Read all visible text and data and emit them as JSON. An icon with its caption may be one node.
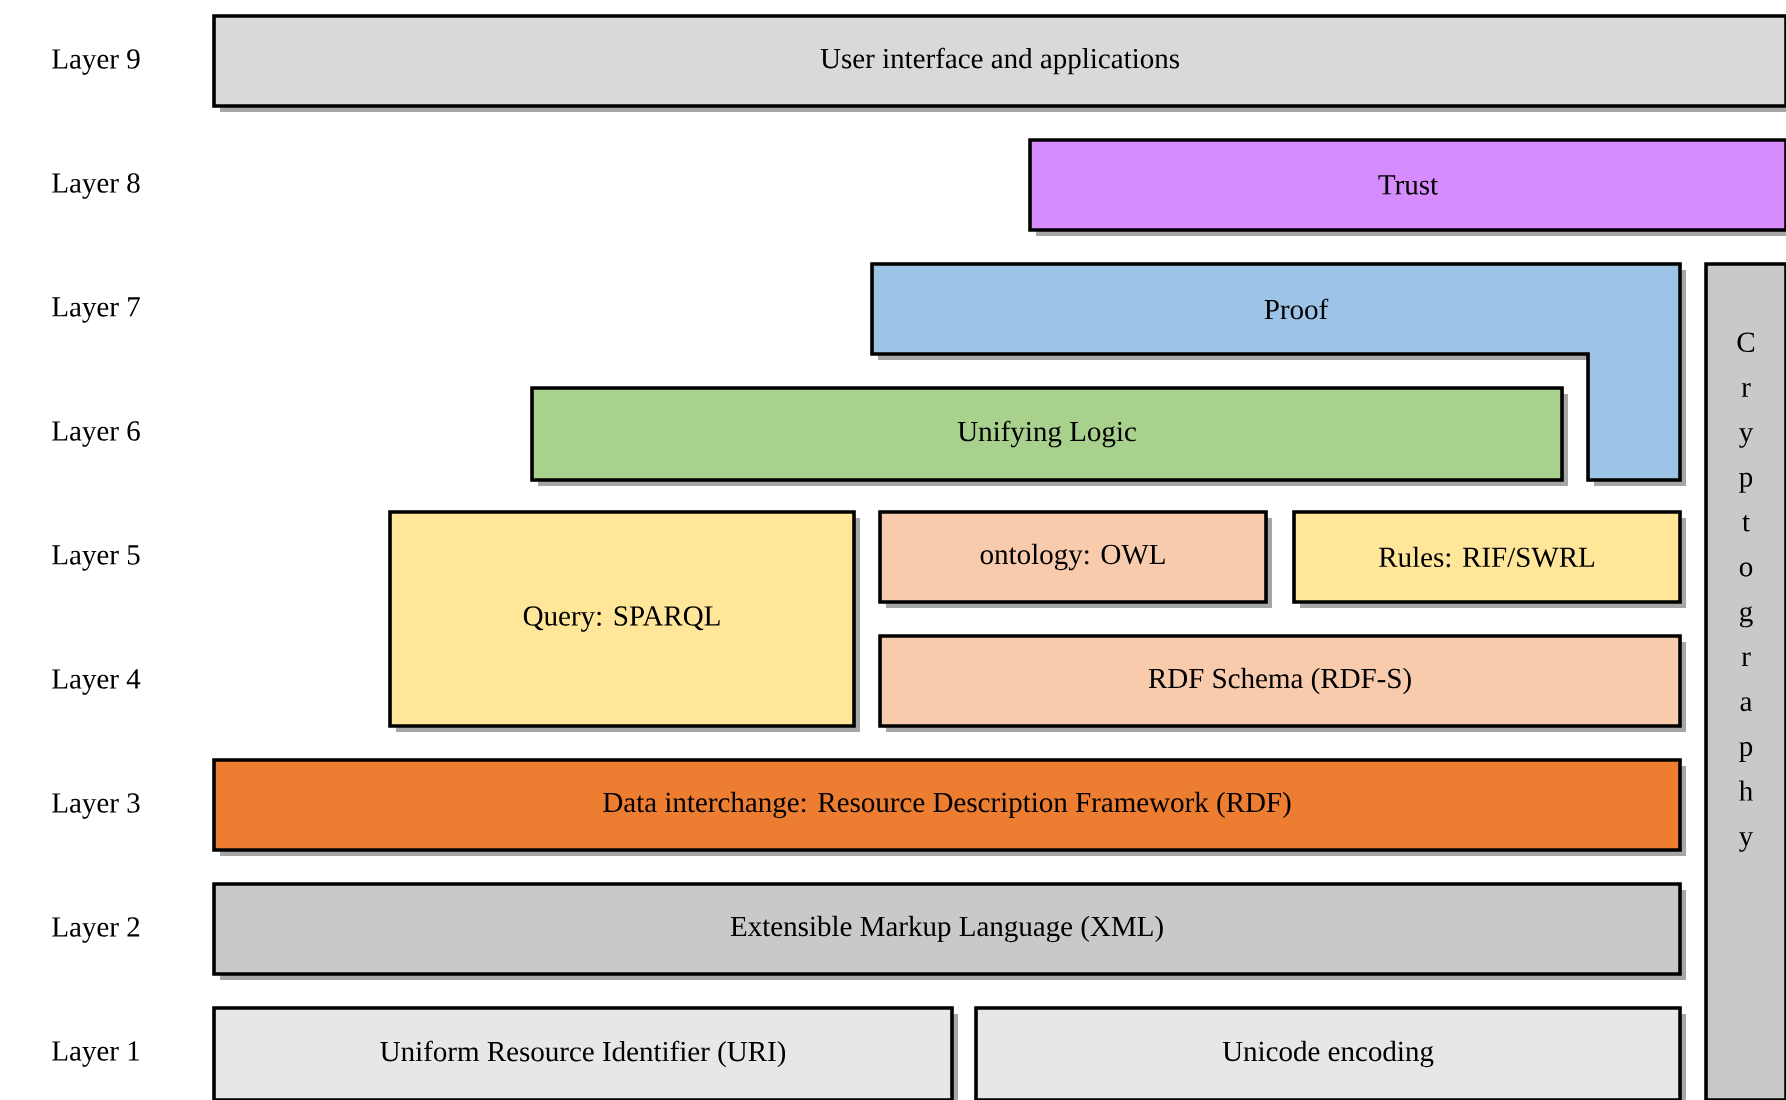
{
  "diagram": {
    "nodes": [
      {
        "text": [
          "User interface and applications"
        ]
      },
      {
        "text": [
          "Trust"
        ]
      },
      {
        "text": [
          "Proof"
        ]
      },
      {
        "text": [
          "Cryptography"
        ]
      },
      {
        "text": [
          "Unifying Logic"
        ]
      },
      {
        "text": [
          "Query: SPARQL"
        ]
      },
      {
        "text": [
          "ontology: OWL"
        ]
      },
      {
        "text": [
          "Rules: RIF/SWRL"
        ]
      },
      {
        "text": [
          "RDF Schema (RDF-S)"
        ]
      },
      {
        "text": [
          "Data interchange: Resource Description Framework (RDF)"
        ]
      },
      {
        "text": [
          "Extensible Markup Language (XML)"
        ]
      },
      {
        "text": [
          "Uniform Resource Identifier (URI)"
        ]
      },
      {
        "text": [
          "Unicode encoding"
        ]
      }
    ],
    "labels": [
      "Layer 9",
      "Layer 8",
      "Layer 7",
      "Layer 6",
      "Layer 5",
      "Layer 4",
      "Layer 3",
      "Layer 2",
      "Layer 1"
    ]
  }
}
